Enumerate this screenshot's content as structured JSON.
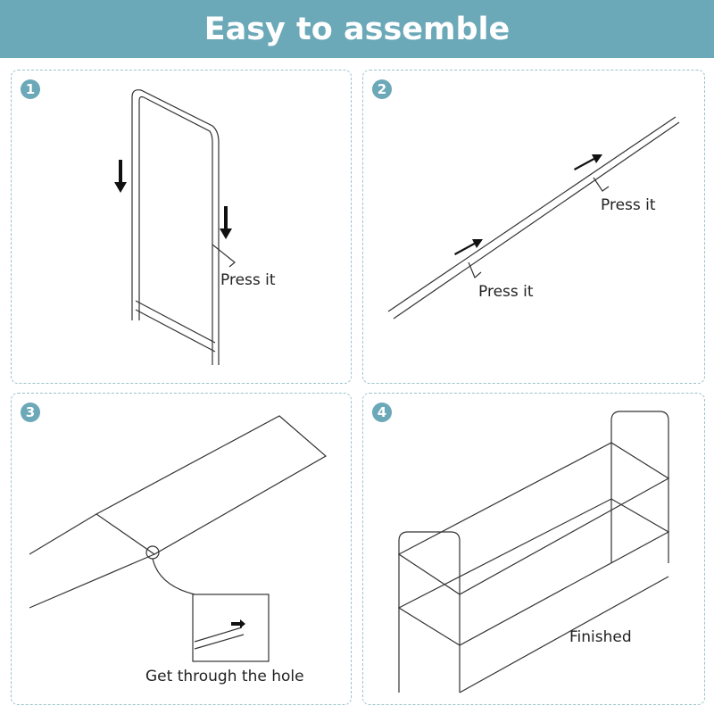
{
  "title": "Easy to assemble",
  "steps": [
    {
      "number": "1",
      "label": "Press it"
    },
    {
      "number": "2",
      "label_top": "Press it",
      "label_bottom": "Press it"
    },
    {
      "number": "3",
      "label": "Get through the hole"
    },
    {
      "number": "4",
      "label": "Finished"
    }
  ],
  "colors": {
    "accent": "#6ba8b8",
    "border": "#9cc3cc"
  }
}
